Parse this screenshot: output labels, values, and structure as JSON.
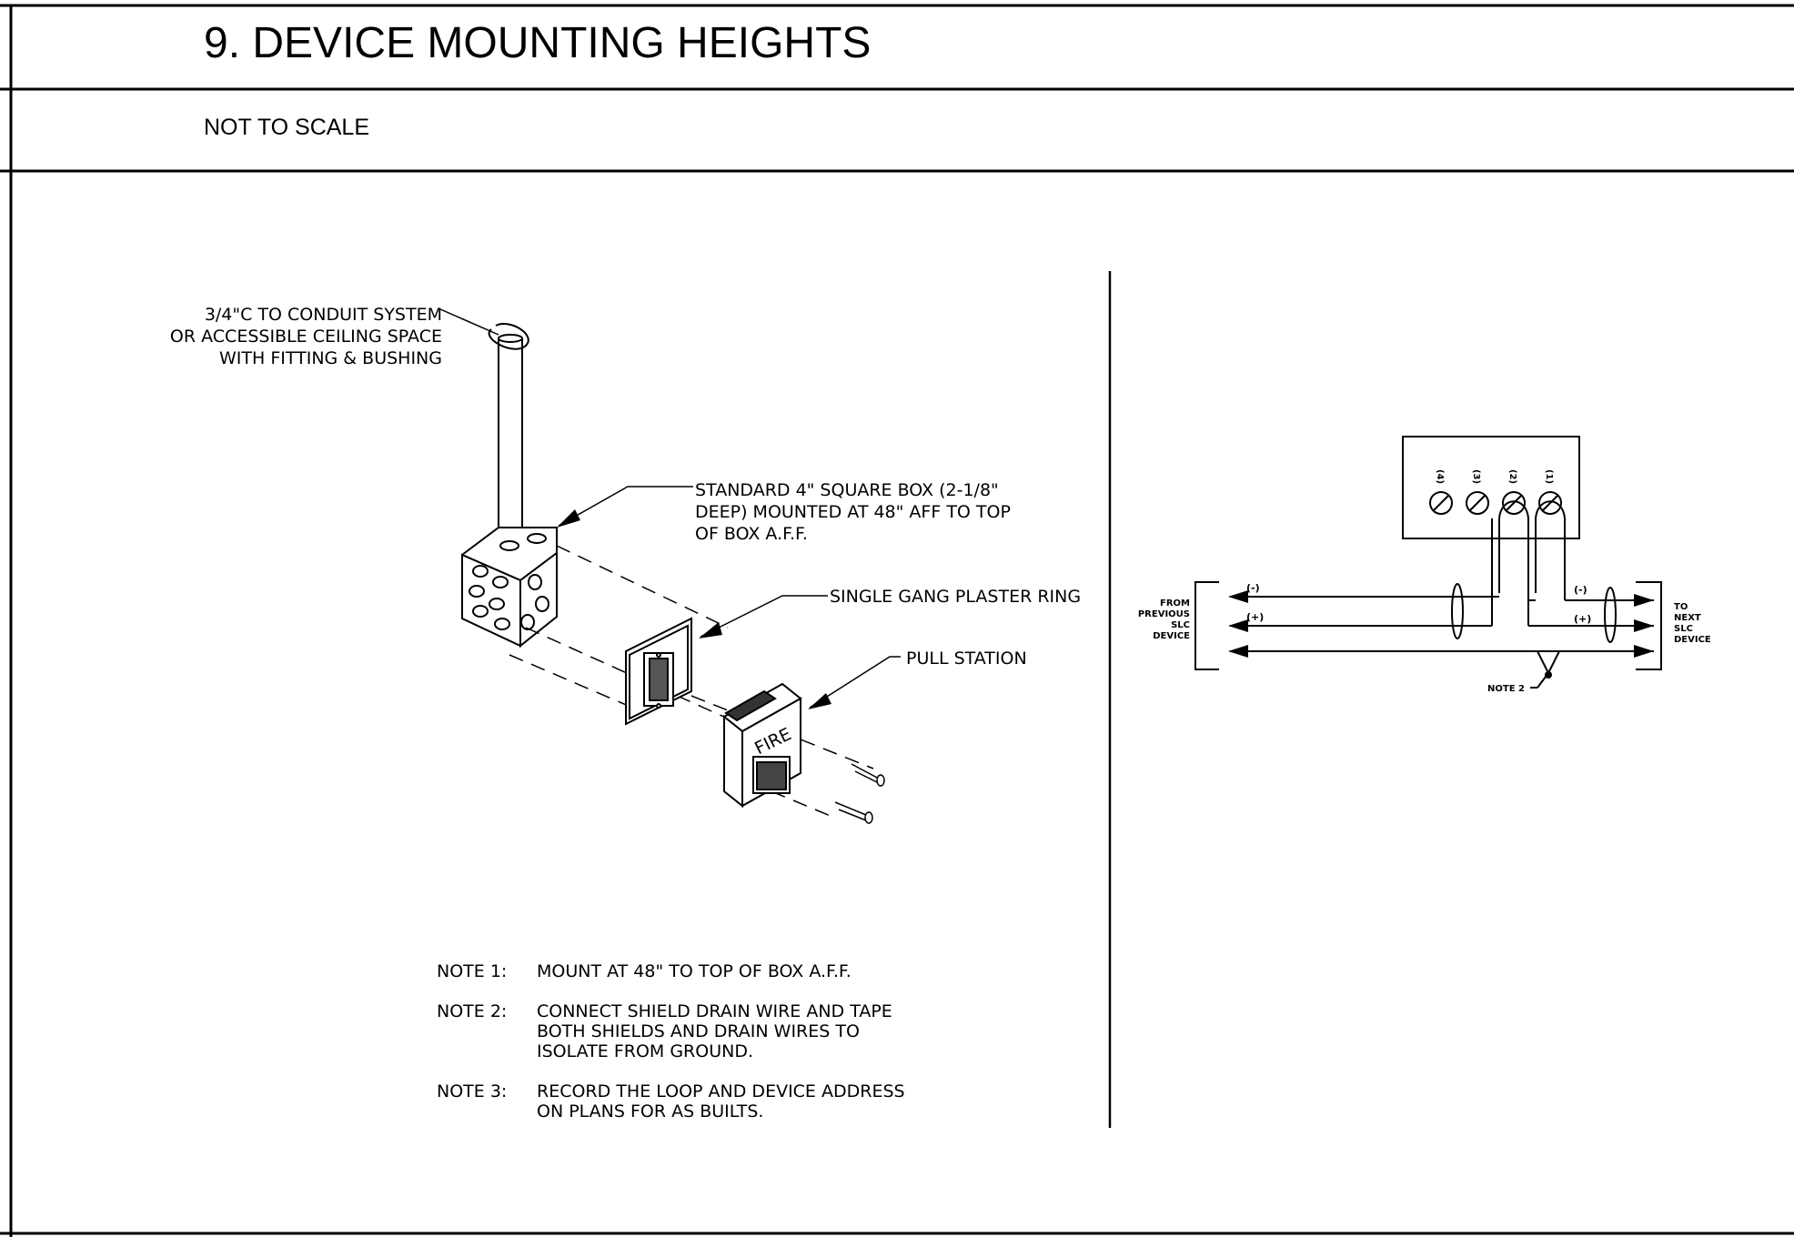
{
  "header": {
    "title": "9. DEVICE MOUNTING HEIGHTS",
    "scale": "NOT TO SCALE"
  },
  "left": {
    "conduit_label": [
      "3/4\"C TO CONDUIT SYSTEM",
      "OR ACCESSIBLE CEILING SPACE",
      "WITH FITTING & BUSHING"
    ],
    "box_label": [
      "STANDARD 4\" SQUARE BOX (2-1/8\"",
      "DEEP) MOUNTED AT 48\" AFF TO TOP",
      "OF BOX A.F.F."
    ],
    "ring_label": "SINGLE GANG PLASTER RING",
    "pull_label": "PULL STATION",
    "device_text": "FIRE"
  },
  "notes": [
    {
      "key": "NOTE 1:",
      "lines": [
        "MOUNT AT 48\" TO TOP OF BOX A.F.F."
      ]
    },
    {
      "key": "NOTE 2:",
      "lines": [
        "CONNECT SHIELD DRAIN WIRE AND TAPE",
        "BOTH SHIELDS AND DRAIN WIRES TO",
        "ISOLATE FROM GROUND."
      ]
    },
    {
      "key": "NOTE 3:",
      "lines": [
        "RECORD THE LOOP AND DEVICE ADDRESS",
        "ON PLANS FOR AS BUILTS."
      ]
    }
  ],
  "wiring": {
    "terminals": [
      "(4)",
      "(3)",
      "(2)",
      "(1)"
    ],
    "from_label": [
      "FROM",
      "PREVIOUS",
      "SLC",
      "DEVICE"
    ],
    "to_label": [
      "TO",
      "NEXT",
      "SLC",
      "DEVICE"
    ],
    "neg": "(-)",
    "pos": "(+)",
    "note2": "NOTE 2"
  }
}
